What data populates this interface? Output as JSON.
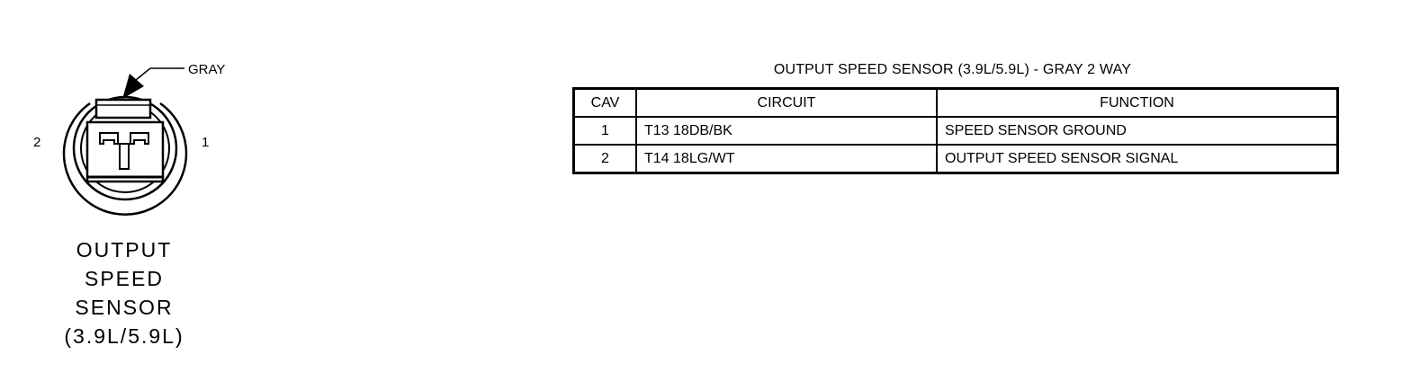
{
  "connector": {
    "color_label": "GRAY",
    "pin_left_label": "2",
    "pin_right_label": "1",
    "caption_lines": [
      "OUTPUT",
      "SPEED",
      "SENSOR",
      "(3.9L/5.9L)"
    ]
  },
  "table": {
    "title": "OUTPUT SPEED SENSOR (3.9L/5.9L) - GRAY 2 WAY",
    "headers": {
      "cav": "CAV",
      "circuit": "CIRCUIT",
      "function": "FUNCTION"
    },
    "rows": [
      {
        "cav": "1",
        "circuit": "T13 18DB/BK",
        "function": "SPEED SENSOR GROUND"
      },
      {
        "cav": "2",
        "circuit": "T14 18LG/WT",
        "function": "OUTPUT SPEED SENSOR SIGNAL"
      }
    ]
  }
}
